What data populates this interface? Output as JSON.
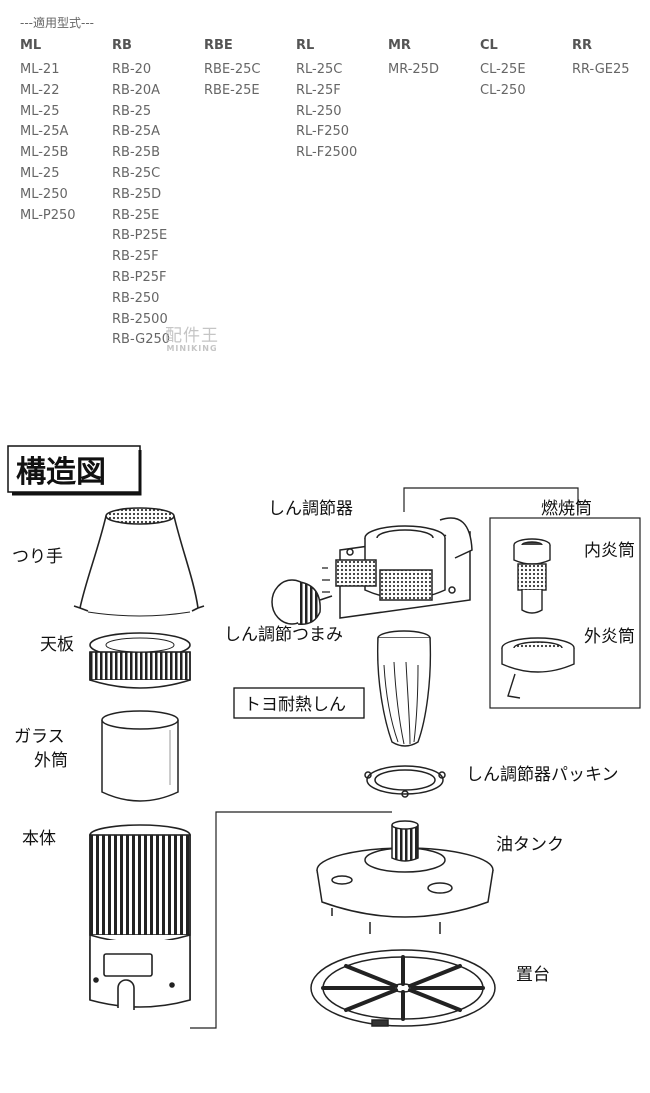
{
  "heading": "---適用型式---",
  "models": [
    {
      "header": "ML",
      "items": [
        "ML-21",
        "ML-22",
        "ML-25",
        "ML-25A",
        "ML-25B",
        "ML-25",
        "ML-250",
        "ML-P250"
      ]
    },
    {
      "header": "RB",
      "items": [
        "RB-20",
        "RB-20A",
        "RB-25",
        "RB-25A",
        "RB-25B",
        "RB-25C",
        "RB-25D",
        "RB-25E",
        "RB-P25E",
        "RB-25F",
        "RB-P25F",
        "RB-250",
        "RB-2500",
        "RB-G250"
      ]
    },
    {
      "header": "RBE",
      "items": [
        "RBE-25C",
        "RBE-25E"
      ]
    },
    {
      "header": "RL",
      "items": [
        "RL-25C",
        "RL-25F",
        "RL-250",
        "RL-F250",
        "RL-F2500"
      ]
    },
    {
      "header": "MR",
      "items": [
        "MR-25D"
      ]
    },
    {
      "header": "CL",
      "items": [
        "CL-25E",
        "CL-250"
      ]
    },
    {
      "header": "RR",
      "items": [
        "RR-GE25"
      ]
    }
  ],
  "watermark": {
    "line1": "配件王",
    "line2": "MINIKING"
  },
  "diagram": {
    "title": "構造図",
    "labels": {
      "handle": "つり手",
      "top_plate": "天板",
      "glass_1": "ガラス",
      "glass_2": "外筒",
      "body": "本体",
      "wick_adjuster": "しん調節器",
      "wick_knob": "しん調節つまみ",
      "wick": "トヨ耐熱しん",
      "combustion": "燃焼筒",
      "inner_flame": "内炎筒",
      "outer_flame": "外炎筒",
      "gasket": "しん調節器パッキン",
      "oil_tank": "油タンク",
      "base": "置台"
    }
  }
}
